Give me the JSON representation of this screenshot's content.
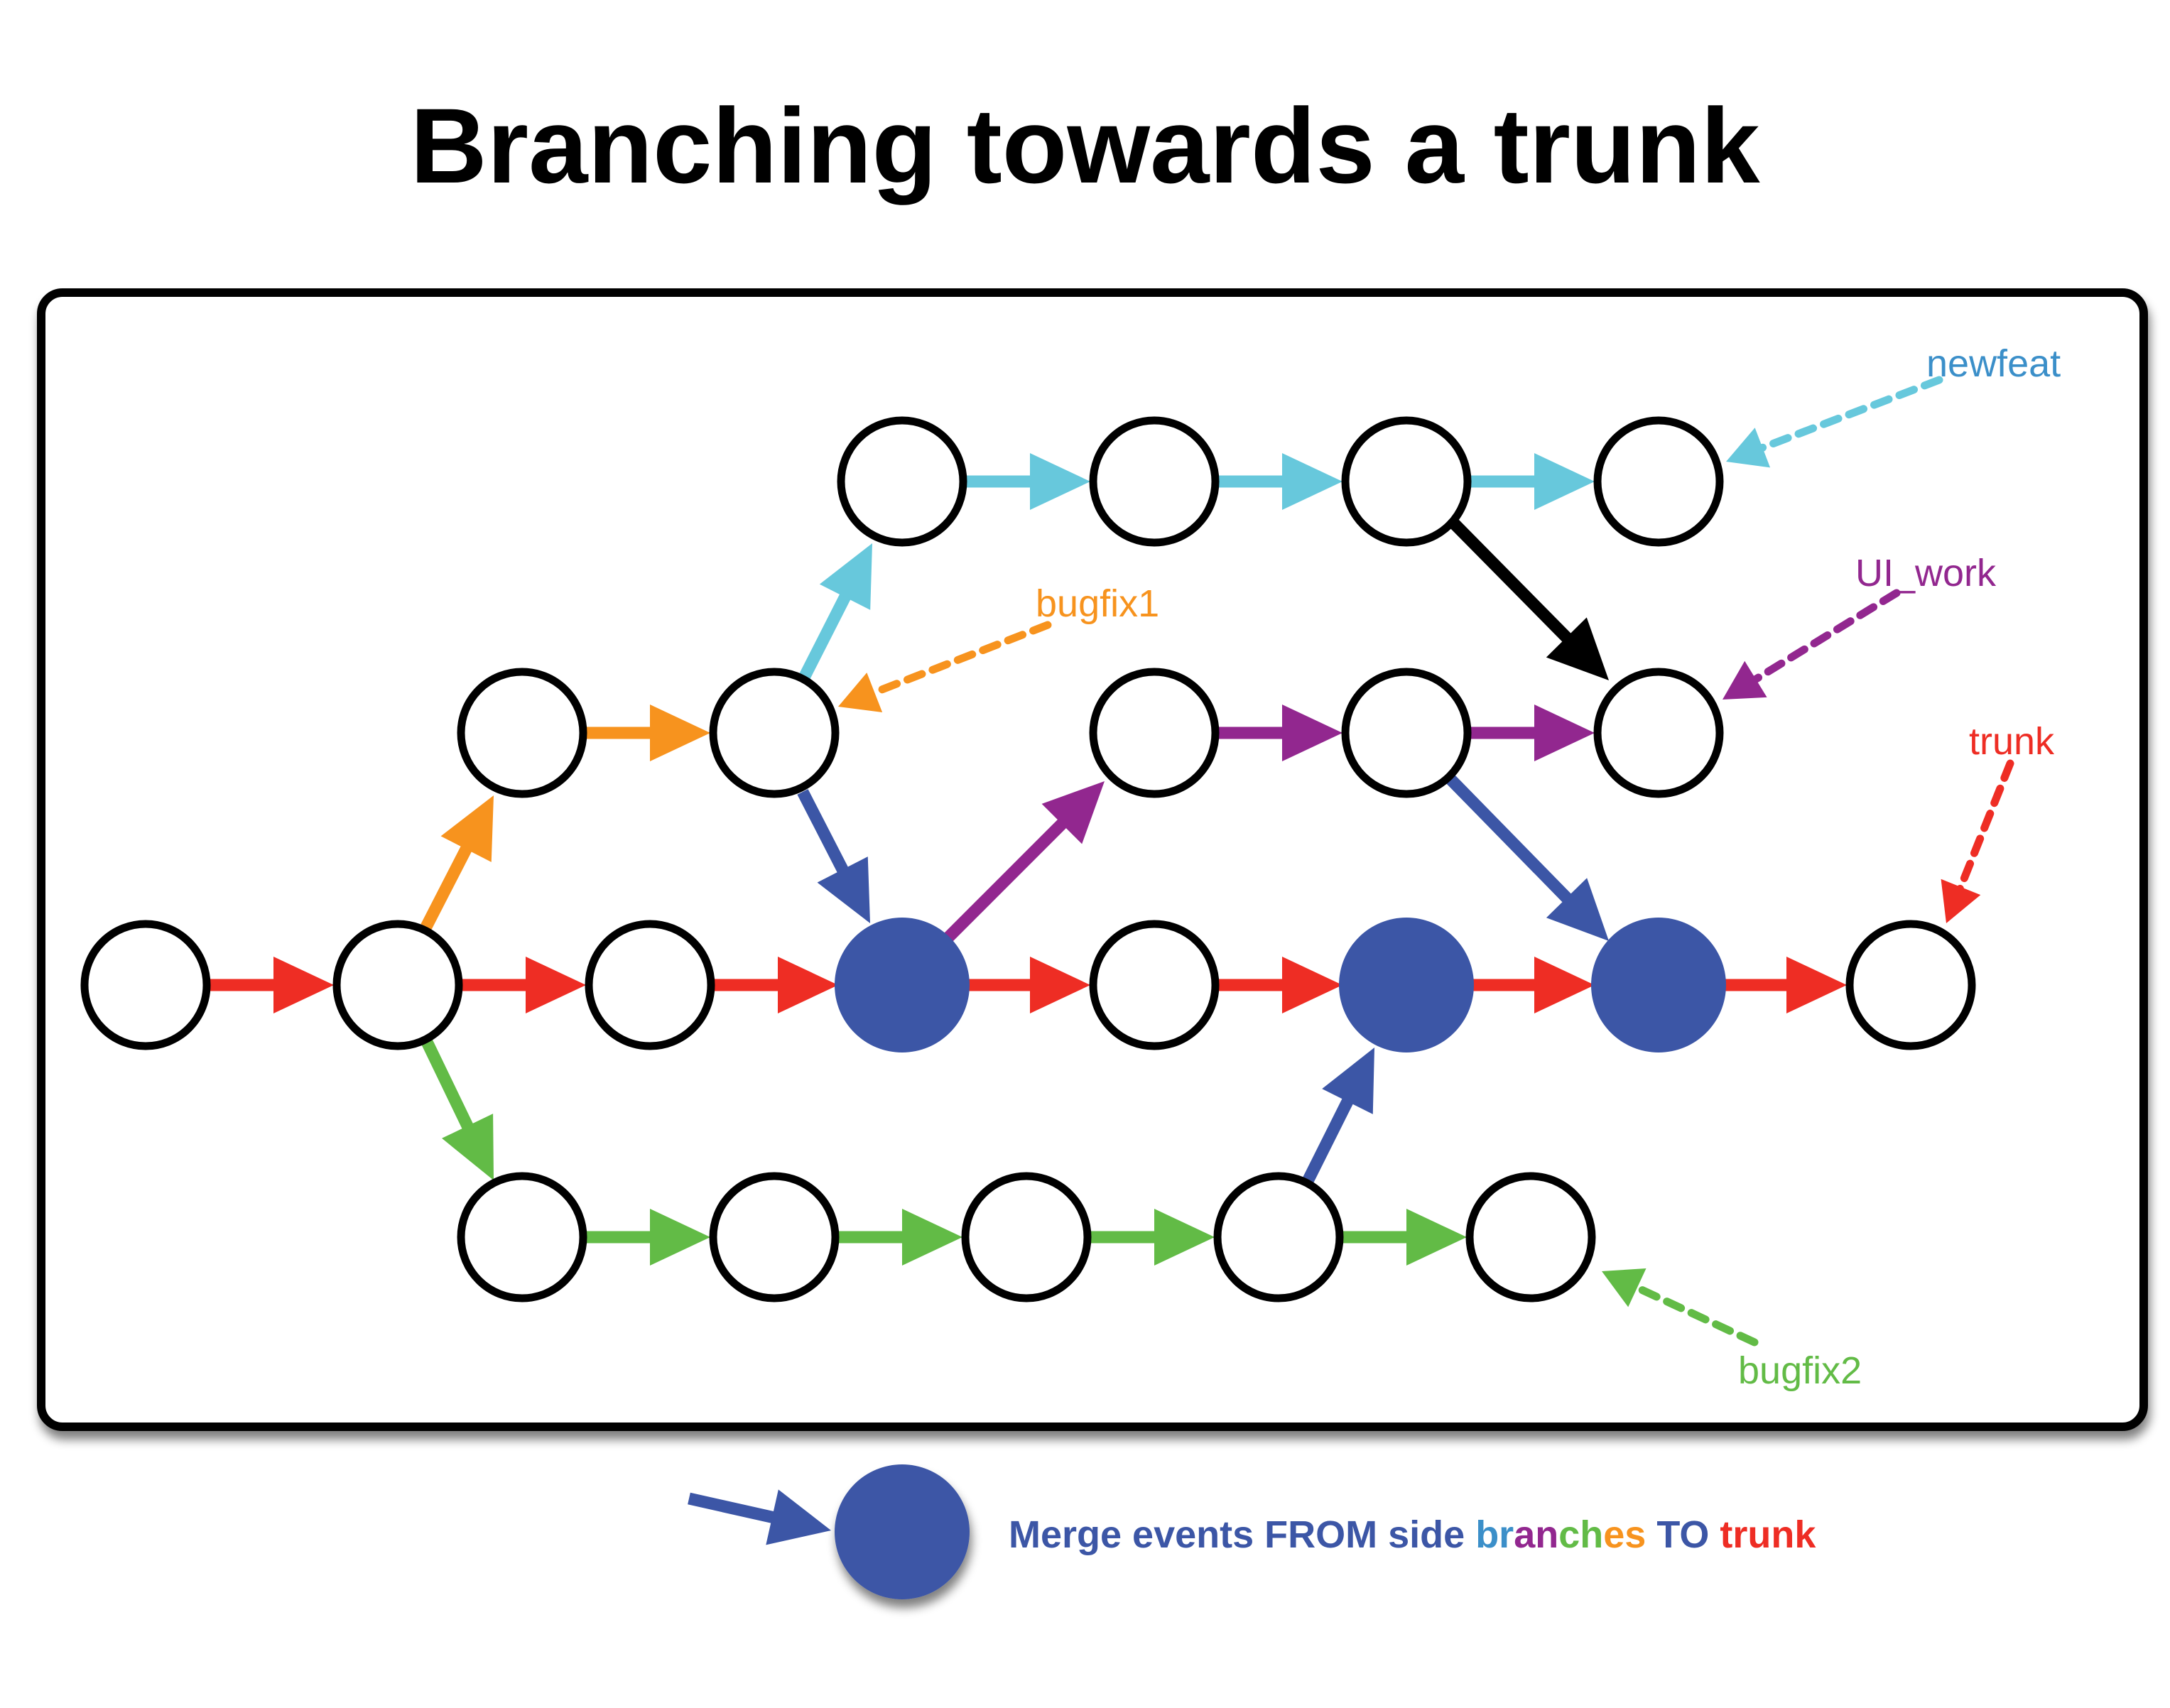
{
  "title": "Branching towards a trunk",
  "colors": {
    "trunk": "#ee2d24",
    "bugfix1": "#f7931e",
    "newfeat": "#67c8dc",
    "ui_work": "#92278f",
    "bugfix2": "#62bb46",
    "merge": "#3c56a6",
    "black": "#000000"
  },
  "branch_labels": {
    "newfeat": "newfeat",
    "bugfix1": "bugfix1",
    "ui_work": "UI_work",
    "trunk": "trunk",
    "bugfix2": "bugfix2"
  },
  "legend": {
    "part1": "Merge events FROM side ",
    "br": "br",
    "an": "an",
    "ch": "ch",
    "es": "es",
    "part2": " TO ",
    "trunk": "trunk"
  }
}
